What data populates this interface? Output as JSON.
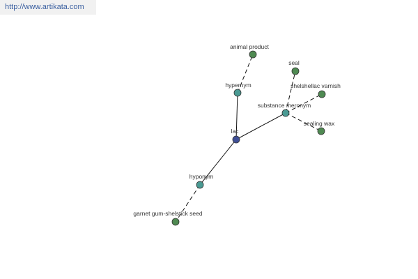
{
  "watermark": "http://www.artikata.com",
  "colors": {
    "center_node": "#3f4f96",
    "relation_node": "#4a9a93",
    "leaf_node": "#4f8a52",
    "edge": "#111111"
  },
  "graph": {
    "nodes": [
      {
        "id": "lac",
        "label": "lac",
        "kind": "center"
      },
      {
        "id": "hypernym",
        "label": "hypernym",
        "kind": "relation"
      },
      {
        "id": "animal-product",
        "label": "animal product",
        "kind": "leaf"
      },
      {
        "id": "substance-meronym",
        "label": "substance meronym",
        "kind": "relation"
      },
      {
        "id": "seal",
        "label": "seal",
        "kind": "leaf"
      },
      {
        "id": "shelshellac-varnish",
        "label": "shelshellac varnish",
        "kind": "leaf"
      },
      {
        "id": "sealing-wax",
        "label": "sealing wax",
        "kind": "leaf"
      },
      {
        "id": "hyponym",
        "label": "hyponym",
        "kind": "relation"
      },
      {
        "id": "garnet-gum",
        "label": "garnet gum-shelstick seed",
        "kind": "leaf"
      }
    ],
    "edges": [
      {
        "from": "lac",
        "to": "hypernym",
        "style": "solid"
      },
      {
        "from": "hypernym",
        "to": "animal-product",
        "style": "dashed"
      },
      {
        "from": "lac",
        "to": "substance-meronym",
        "style": "solid"
      },
      {
        "from": "substance-meronym",
        "to": "seal",
        "style": "dashed"
      },
      {
        "from": "substance-meronym",
        "to": "shelshellac-varnish",
        "style": "dashed"
      },
      {
        "from": "substance-meronym",
        "to": "sealing-wax",
        "style": "dashed"
      },
      {
        "from": "lac",
        "to": "hyponym",
        "style": "solid"
      },
      {
        "from": "hyponym",
        "to": "garnet-gum",
        "style": "dashed"
      }
    ]
  }
}
